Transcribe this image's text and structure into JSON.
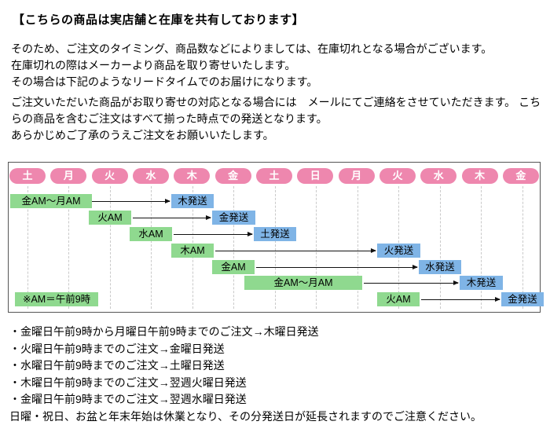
{
  "notice": {
    "title": "【こちらの商品は実店舗と在庫を共有しております】",
    "paragraph1": [
      "そのため、ご注文のタイミング、商品数などによりましては、在庫切れとなる場合がございます。",
      "在庫切れの際はメーカーより商品を取り寄せいたします。",
      "その場合は下記のようなリードタイムでのお届けになります。"
    ],
    "paragraph2": [
      "ご注文いただいた商品がお取り寄せの対応となる場合には　メールにてご連絡をさせていただきます。 こちらの商品を含むご注文はすべて揃った時点での発送となります。",
      "あらかじめご了承のうえご注文をお願いいたします。"
    ]
  },
  "chart": {
    "days": [
      "土",
      "月",
      "火",
      "水",
      "木",
      "金",
      "土",
      "日",
      "月",
      "火",
      "水",
      "木",
      "金"
    ],
    "rows": [
      {
        "order": "金AM～月AM",
        "ship": "木発送"
      },
      {
        "order": "火AM",
        "ship": "金発送"
      },
      {
        "order": "水AM",
        "ship": "土発送"
      },
      {
        "order": "木AM",
        "ship": "火発送"
      },
      {
        "order": "金AM",
        "ship": "水発送"
      },
      {
        "order": "金AM～月AM",
        "ship": "木発送"
      },
      {
        "order": "火AM",
        "ship": "金発送"
      }
    ],
    "note": "※AM＝午前9時",
    "colors": {
      "day_pill": "#ee87ae",
      "order_box": "#8fd98f",
      "ship_box": "#7fb4e6"
    }
  },
  "footer": {
    "bullets": [
      "・金曜日午前9時から月曜日午前9時までのご注文→木曜日発送",
      "・火曜日午前9時までのご注文→金曜日発送",
      "・水曜日午前9時までのご注文→土曜日発送",
      "・木曜日午前9時までのご注文→翌週火曜日発送",
      "・金曜日午前9時までのご注文→翌週水曜日発送"
    ],
    "closing": "日曜・祝日、お盆と年末年始は休業となり、その分発送日が延長されますのでご注意ください。"
  }
}
